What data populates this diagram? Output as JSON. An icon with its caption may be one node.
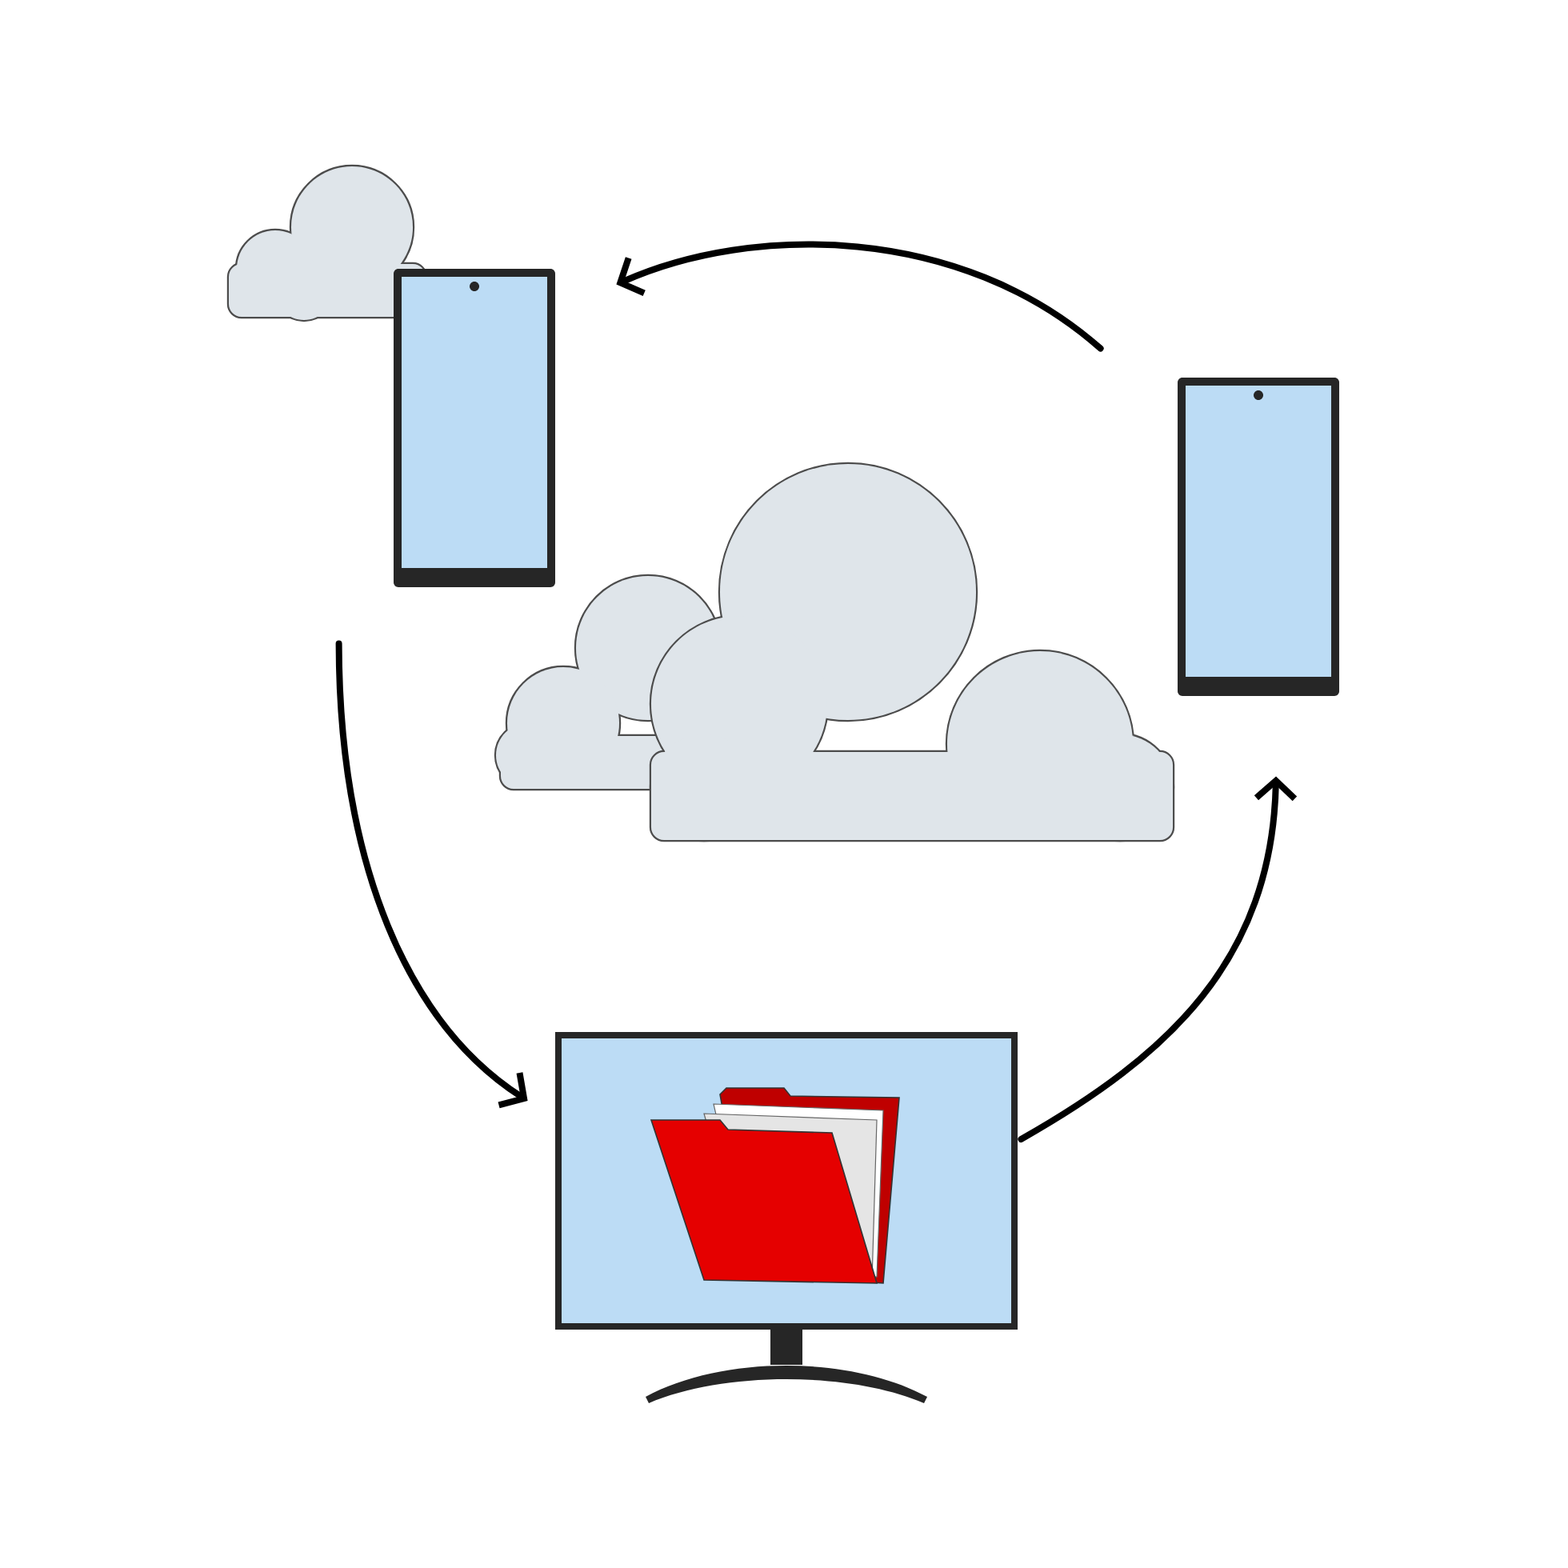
{
  "diagram": {
    "nodes": [
      {
        "text": [],
        "shape": "phone"
      },
      {
        "text": [],
        "shape": "phone"
      },
      {
        "text": [],
        "shape": "monitor"
      }
    ],
    "edges": [
      {
        "from": 1,
        "to": 0,
        "arrow": "to"
      },
      {
        "from": 0,
        "to": 2,
        "arrow": "to"
      },
      {
        "from": 2,
        "to": 1,
        "arrow": "to"
      }
    ]
  }
}
